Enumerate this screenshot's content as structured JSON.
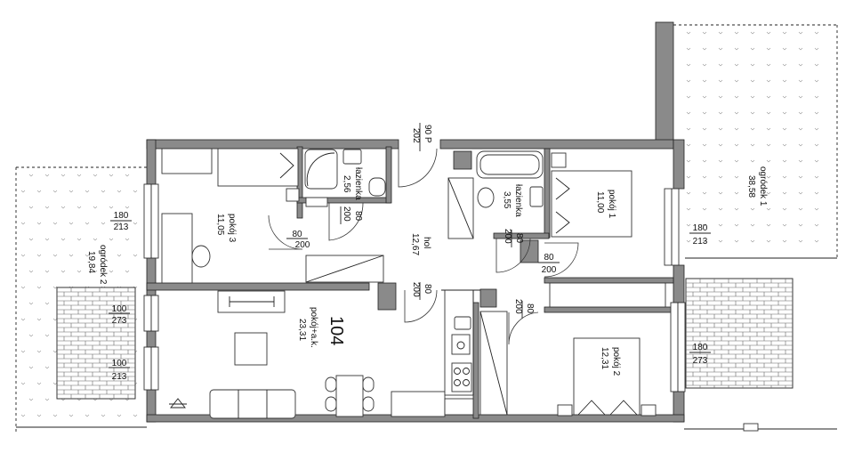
{
  "unit_number": "104",
  "rooms": {
    "pokoj3": {
      "name": "pokój 3",
      "area": "11,05"
    },
    "lazienka_left": {
      "name": "łazienka",
      "area": "2,56"
    },
    "hol": {
      "name": "hol",
      "area": "12,67"
    },
    "lazienka_right": {
      "name": "łazienka",
      "area": "3,55"
    },
    "pokoj1": {
      "name": "pokój 1",
      "area": "11,00"
    },
    "pokoj_ak": {
      "name": "pokój+a.k.",
      "area": "23,31"
    },
    "pokoj2": {
      "name": "pokój 2",
      "area": "12,31"
    },
    "ogrodek1": {
      "name": "ogródek 1",
      "area": "38,58"
    },
    "ogrodek2": {
      "name": "ogródek 2",
      "area": "19,84"
    }
  },
  "openings": {
    "entrance_w": "90 P",
    "entrance_h": "202",
    "bath_l_w": "80",
    "bath_l_h": "200",
    "p3_door_w": "80",
    "p3_door_h": "200",
    "win_p3_w": "180",
    "win_p3_h": "213",
    "win_ak1_w": "100",
    "win_ak1_h": "273",
    "win_ak2_w": "100",
    "win_ak2_h": "213",
    "ak_door_w": "80",
    "ak_door_h": "200",
    "bath_r_w": "80",
    "bath_r_h": "200",
    "p1_door_w": "80",
    "p1_door_h": "200",
    "p2_door_w": "80",
    "p2_door_h": "200",
    "win_p1_w": "180",
    "win_p1_h": "213",
    "win_p2_w": "180",
    "win_p2_h": "273"
  },
  "icons": [
    "plant-icon",
    "stove-icon",
    "sink-icon",
    "bed-icon",
    "bathtub-icon",
    "toilet-icon",
    "shower-icon"
  ]
}
